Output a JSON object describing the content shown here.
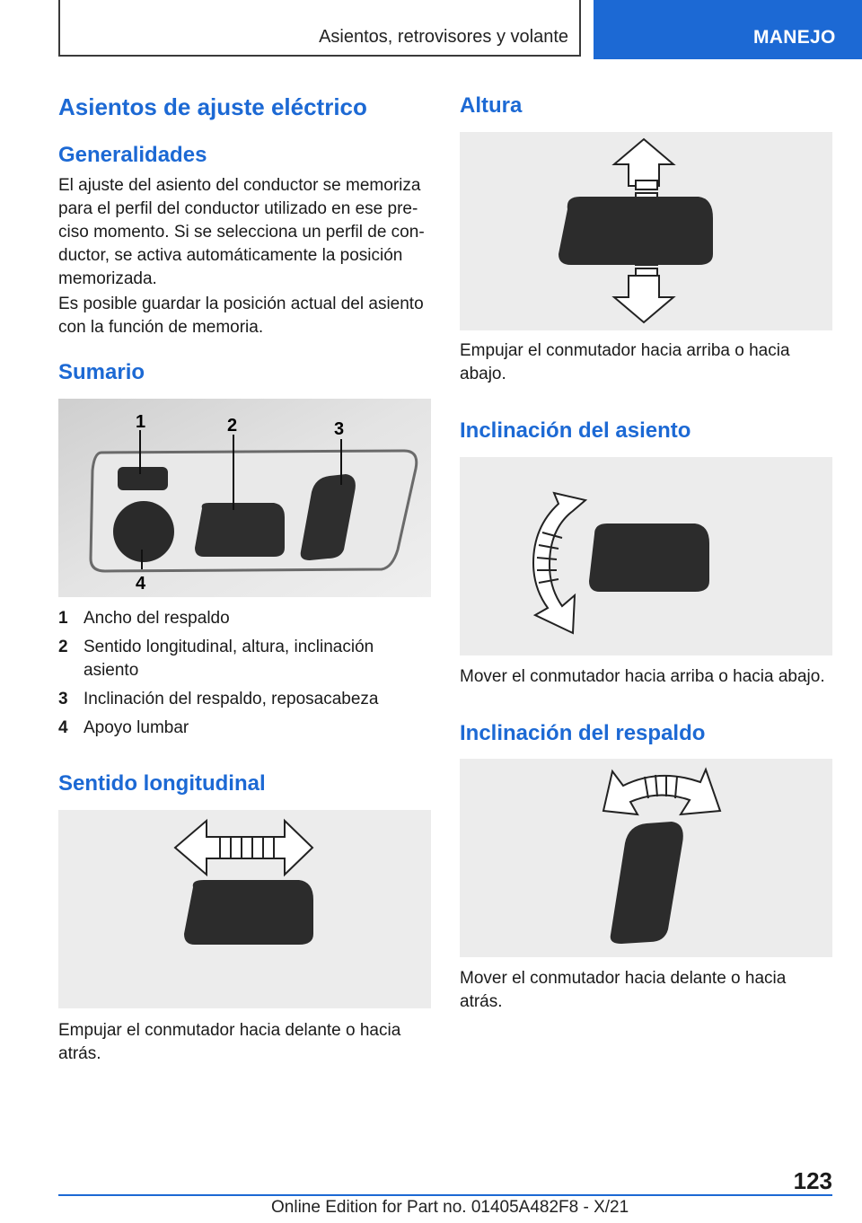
{
  "header": {
    "section_title": "Asientos, retrovisores y volante",
    "chapter_tab": "MANEJO"
  },
  "left": {
    "main_heading": "Asientos de ajuste eléctrico",
    "general": {
      "heading": "Generalidades",
      "p1": "El ajuste del asiento del conductor se memoriza para el perfil del conductor utilizado en ese pre­ciso momento. Si se selecciona un perfil de con­ductor, se activa automáticamente la posición memorizada.",
      "p2": "Es posible guardar la posición actual del asiento con la función de memoria."
    },
    "summary": {
      "heading": "Sumario",
      "callouts": [
        "1",
        "2",
        "3",
        "4"
      ],
      "items": [
        {
          "num": "1",
          "text": "Ancho del respaldo"
        },
        {
          "num": "2",
          "text": "Sentido longitudinal, altura, inclinación asiento"
        },
        {
          "num": "3",
          "text": "Inclinación del respaldo, reposacabeza"
        },
        {
          "num": "4",
          "text": "Apoyo lumbar"
        }
      ]
    },
    "longitudinal": {
      "heading": "Sentido longitudinal",
      "caption": "Empujar el conmutador hacia delante o hacia atrás."
    }
  },
  "right": {
    "height": {
      "heading": "Altura",
      "caption": "Empujar el conmutador hacia arriba o hacia abajo."
    },
    "seat_tilt": {
      "heading": "Inclinación del asiento",
      "caption": "Mover el conmutador hacia arriba o hacia abajo."
    },
    "backrest_tilt": {
      "heading": "Inclinación del respaldo",
      "caption": "Mover el conmutador hacia delante o hacia atrás."
    }
  },
  "footer": {
    "page_number": "123",
    "edition": "Online Edition for Part no. 01405A482F8 - X/21"
  }
}
